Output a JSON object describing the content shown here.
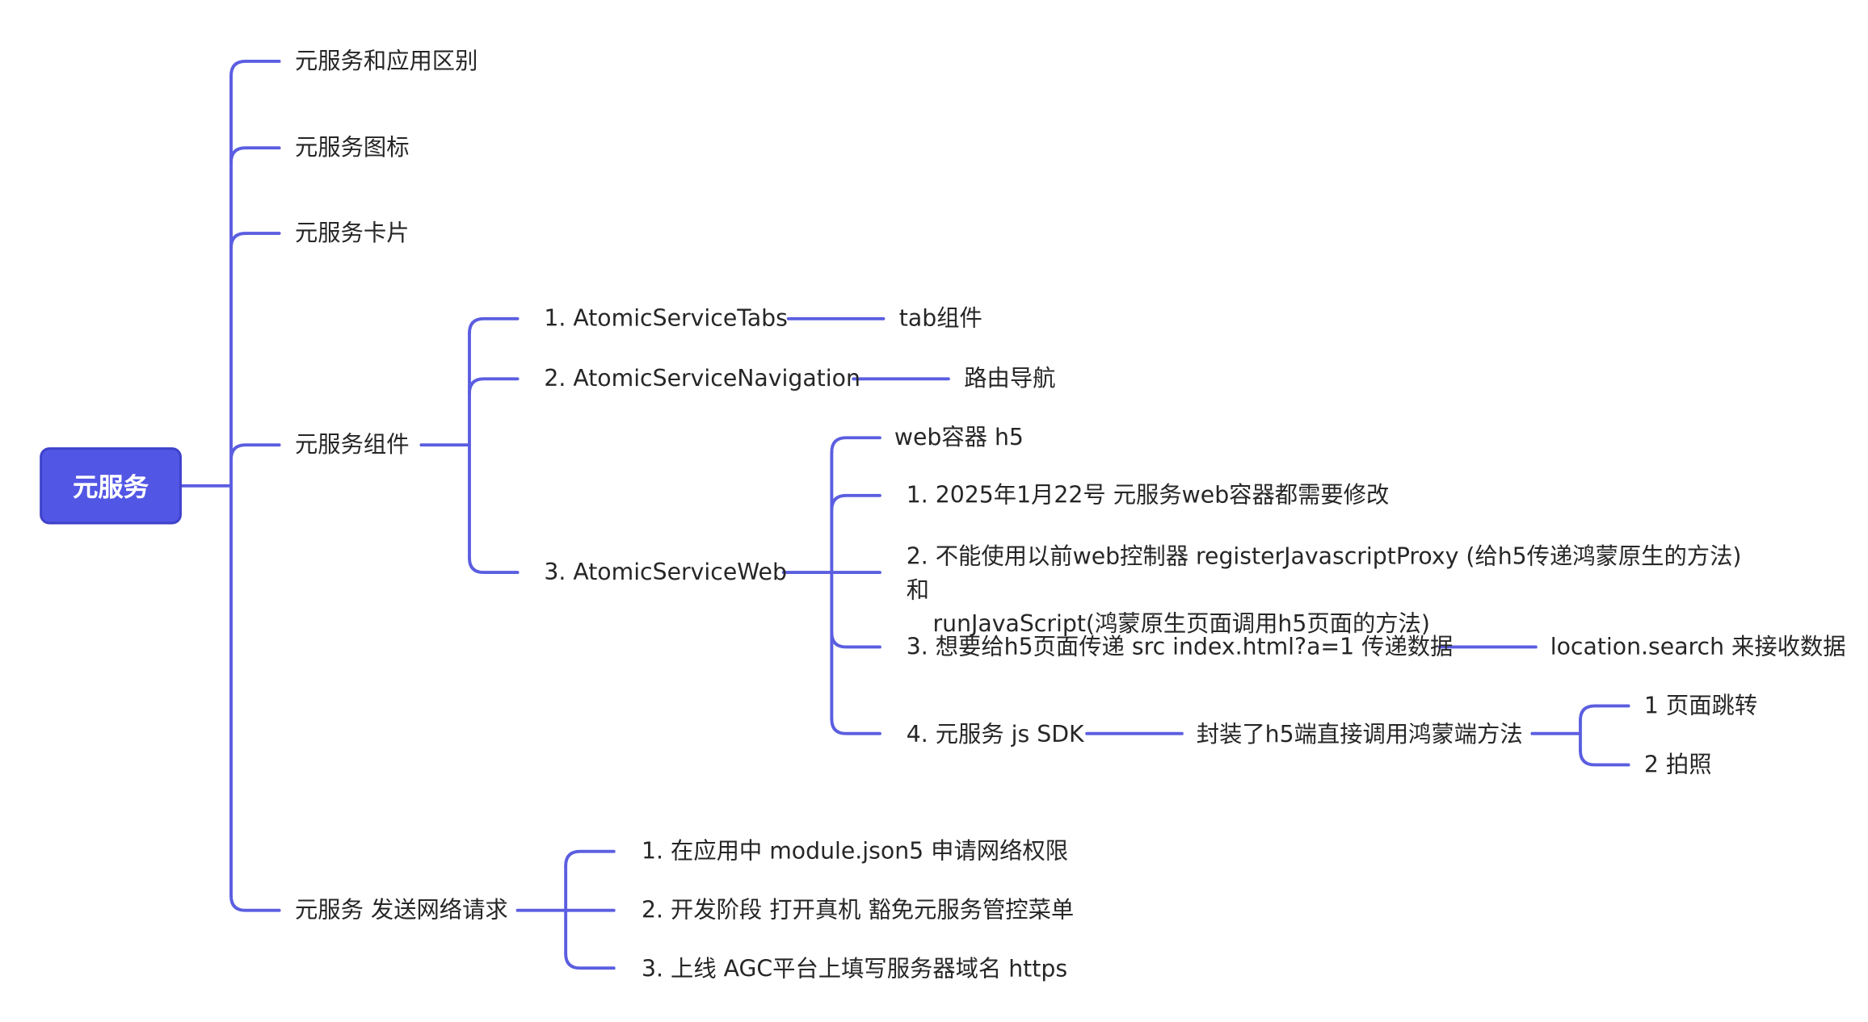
{
  "colors": {
    "line": "#5b5ee0",
    "root_bg": "#5256e5",
    "root_text": "#ffffff",
    "text": "#262626"
  },
  "root": {
    "label": "元服务"
  },
  "level1": [
    {
      "id": "diff",
      "label": "元服务和应用区别"
    },
    {
      "id": "icon",
      "label": "元服务图标"
    },
    {
      "id": "card",
      "label": "元服务卡片"
    },
    {
      "id": "components",
      "label": "元服务组件"
    },
    {
      "id": "network",
      "label": "元服务 发送网络请求"
    }
  ],
  "components": [
    {
      "label": "1. AtomicServiceTabs",
      "child": "tab组件"
    },
    {
      "label": "2. AtomicServiceNavigation",
      "child": "路由导航"
    },
    {
      "label": "3. AtomicServiceWeb"
    }
  ],
  "web": {
    "items": [
      {
        "label": "web容器 h5"
      },
      {
        "label": "1. 2025年1月22号 元服务web容器都需要修改"
      },
      {
        "label_line1": "2. 不能使用以前web控制器 registerJavascriptProxy (给h5传递鸿蒙原生的方法) 和",
        "label_line2": "runJavaScript(鸿蒙原生页面调用h5页面的方法)"
      },
      {
        "label": "3. 想要给h5页面传递 src index.html?a=1  传递数据",
        "child": "location.search 来接收数据"
      },
      {
        "label": "4. 元服务 js SDK",
        "child": "封装了h5端直接调用鸿蒙端方法",
        "grandchildren": [
          "1 页面跳转",
          "2 拍照"
        ]
      }
    ]
  },
  "network": [
    {
      "label": "1. 在应用中 module.json5 申请网络权限"
    },
    {
      "label": "2. 开发阶段  打开真机 豁免元服务管控菜单"
    },
    {
      "label": "3. 上线 AGC平台上填写服务器域名 https"
    }
  ]
}
